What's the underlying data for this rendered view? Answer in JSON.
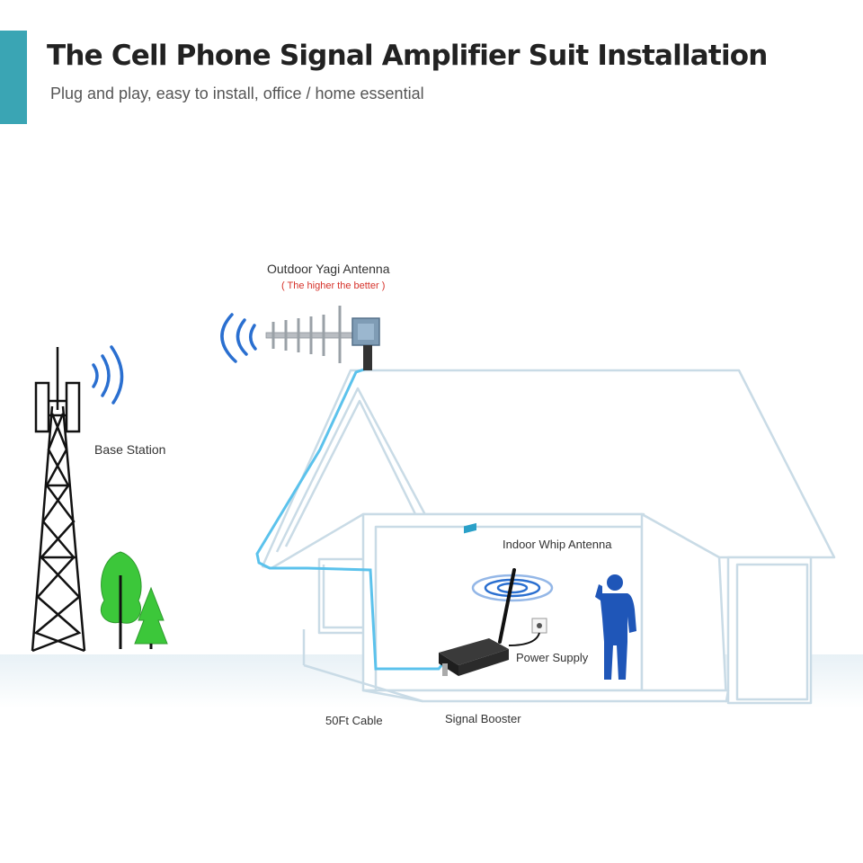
{
  "header": {
    "title": "The Cell Phone Signal Amplifier Suit Installation",
    "subtitle": "Plug and play, easy to install, office / home essential"
  },
  "labels": {
    "outdoor_antenna": "Outdoor Yagi Antenna",
    "outdoor_antenna_note": "( The higher the better )",
    "base_station": "Base Station",
    "indoor_antenna": "Indoor Whip Antenna",
    "power_supply": "Power Supply",
    "cable": "50Ft Cable",
    "booster": "Signal Booster"
  },
  "colors": {
    "accent": "#3aa5b4",
    "house_outline": "#c9dbe6",
    "cable": "#5bc2ec",
    "signal_wave": "#2a6fd0",
    "person": "#1f56b8",
    "tree": "#3cc73a",
    "note_red": "#d6322a"
  }
}
